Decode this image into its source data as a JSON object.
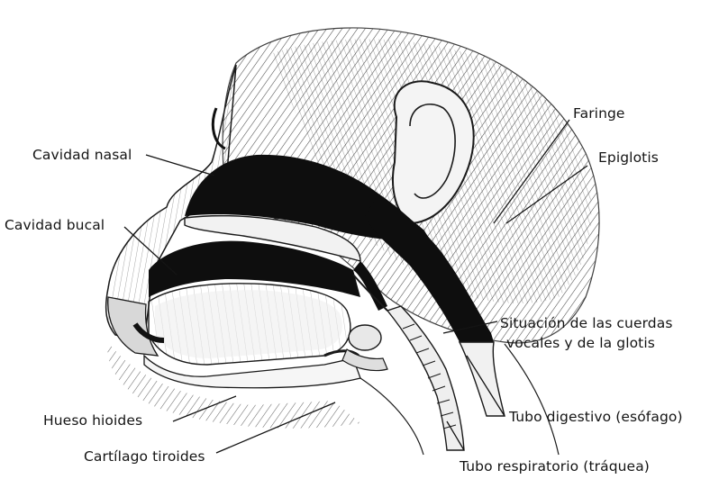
{
  "labels": {
    "faringe": "Faringe",
    "epiglotis": "Epiglotis",
    "cavidad_nasal": "Cavidad nasal",
    "cavidad_bucal": "Cavidad bucal",
    "cuerdas_line1": "Situación de las cuerdas",
    "cuerdas_line2": "vocales y de la glotis",
    "hueso_hioides": "Hueso hioides",
    "tubo_digestivo": "Tubo digestivo (esófago)",
    "cartilago_tiroides": "Cartílago tiroides",
    "tubo_respiratorio": "Tubo respiratorio (tráquea)"
  },
  "colors": {
    "ink": "#141414",
    "paper": "#ffffff",
    "tissue": "#e6e6e6"
  }
}
